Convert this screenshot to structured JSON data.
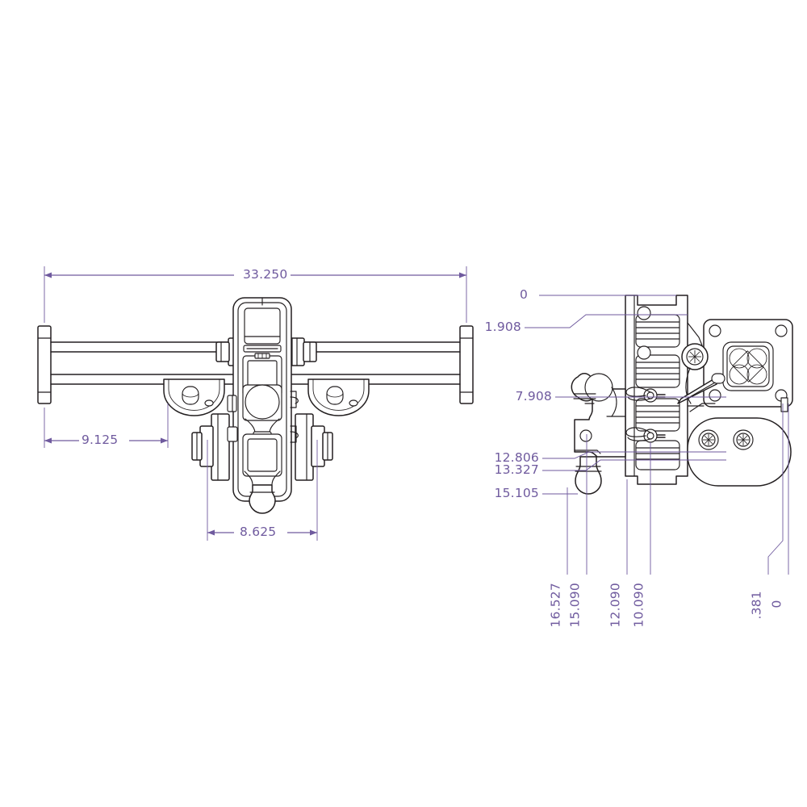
{
  "drawing": {
    "type": "engineering-dimensioned-assembly-drawing",
    "subject": "adjustable trailer hitch ball mount assembly",
    "units": "inches",
    "background_color": "#ffffff",
    "line_color": "#231f20",
    "dimension_color": "#6f5a9e",
    "views": [
      {
        "id": "top-view",
        "name": "top-plan-view",
        "position": "left",
        "description": "plan view showing cross bar, receiver tube, two semicircular brackets, clamp nuts and hitch ball"
      },
      {
        "id": "side-view",
        "name": "right-side-elevation-view",
        "position": "right",
        "description": "side elevation showing ladder shank, dual hitch balls, hitch pins, square receiver plate and cam lock lever"
      }
    ]
  },
  "top_view_dimensions": [
    {
      "id": "overall-width",
      "value": "33.250",
      "orientation": "horizontal",
      "placement": "above"
    },
    {
      "id": "left-offset",
      "value": "9.125",
      "orientation": "horizontal",
      "placement": "below-left"
    },
    {
      "id": "ball-spacing",
      "value": "8.625",
      "orientation": "horizontal",
      "placement": "below-center"
    }
  ],
  "side_view_ordinate_vertical": [
    {
      "id": "datum-top",
      "value": "0",
      "leader": "horizontal"
    },
    {
      "id": "ord-1908",
      "value": "1.908",
      "leader": "horizontal-stepped"
    },
    {
      "id": "ord-7908",
      "value": "7.908",
      "leader": "horizontal"
    },
    {
      "id": "ord-12806",
      "value": "12.806",
      "leader": "horizontal-stepped"
    },
    {
      "id": "ord-13327",
      "value": "13.327",
      "leader": "horizontal-stepped"
    },
    {
      "id": "ord-15105",
      "value": "15.105",
      "leader": "horizontal"
    }
  ],
  "side_view_ordinate_horizontal": [
    {
      "id": "ord-16527",
      "value": "16.527",
      "leader": "vertical"
    },
    {
      "id": "ord-15090",
      "value": "15.090",
      "leader": "vertical"
    },
    {
      "id": "ord-12090",
      "value": "12.090",
      "leader": "vertical"
    },
    {
      "id": "ord-10090",
      "value": "10.090",
      "leader": "vertical"
    },
    {
      "id": "ord-0381",
      "value": ".381",
      "leader": "vertical-stepped"
    },
    {
      "id": "datum-right",
      "value": "0",
      "leader": "vertical"
    }
  ]
}
